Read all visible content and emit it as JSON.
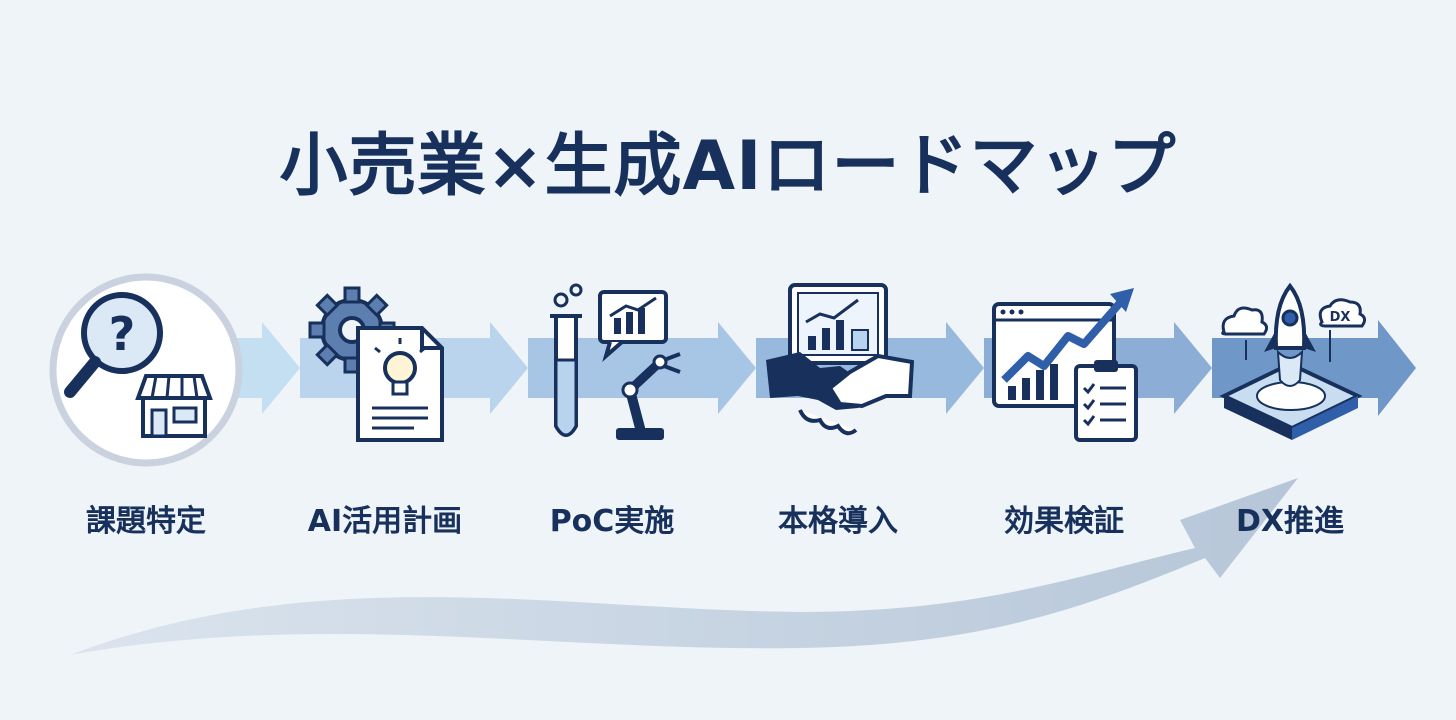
{
  "title": "小売業×生成AIロードマップ",
  "steps": [
    {
      "label": "課題特定",
      "icon": "magnifier-store-icon"
    },
    {
      "label": "AI活用計画",
      "icon": "gear-document-lightbulb-icon"
    },
    {
      "label": "PoC実施",
      "icon": "test-tube-robot-arm-icon"
    },
    {
      "label": "本格導入",
      "icon": "handshake-dashboard-icon"
    },
    {
      "label": "効果検証",
      "icon": "chart-clipboard-icon"
    },
    {
      "label": "DX推進",
      "icon": "rocket-platform-icon"
    }
  ],
  "dx_badge": "DX",
  "colors": {
    "navy": "#17305c",
    "accent": "#2f5fa8",
    "arrow_light": "#b8d6ee",
    "arrow_dark": "#6f98c9",
    "background": "#eef4f8",
    "swoosh": "#c5d2e0"
  }
}
